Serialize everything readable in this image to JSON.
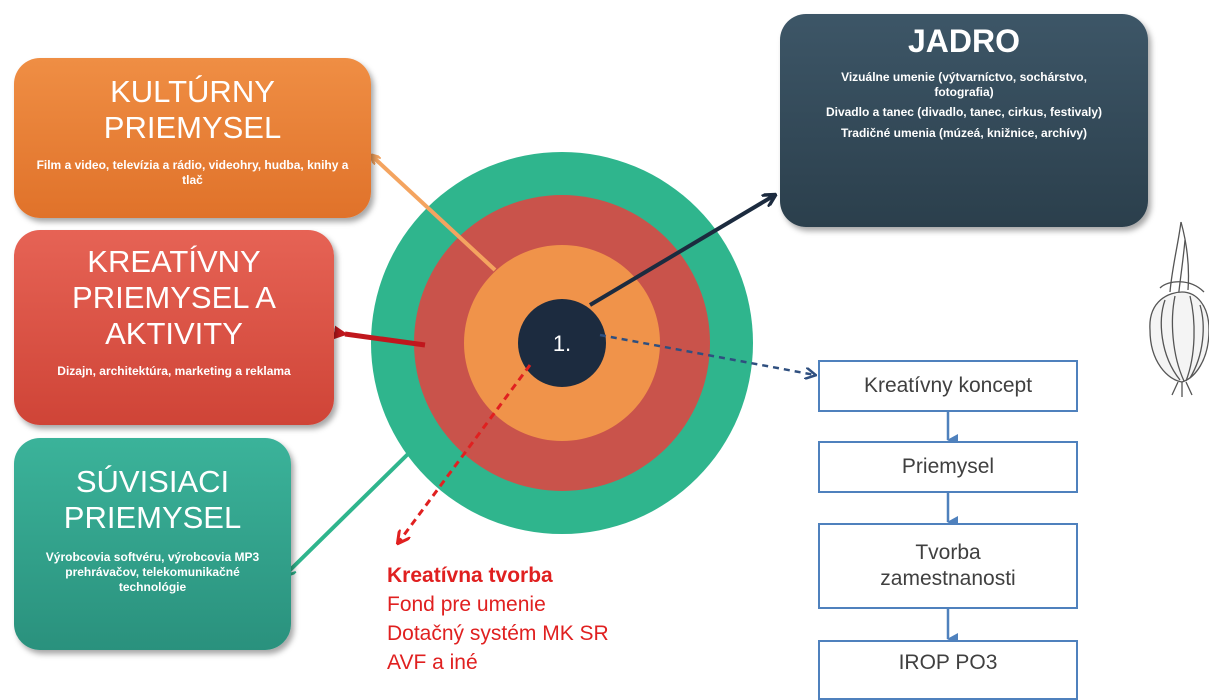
{
  "kulturny": {
    "title_1": "KULTÚRNY",
    "title_2": "PRIEMYSEL",
    "desc": "Film a video, televízia a rádio, videohry, hudba, knihy a tlač"
  },
  "kreativny": {
    "title_1": "KREATÍVNY",
    "title_2": "PRIEMYSEL A",
    "title_3": "AKTIVITY",
    "desc": "Dizajn, architektúra, marketing a reklama"
  },
  "suvisiaci": {
    "title_1": "SÚVISIACI",
    "title_2": "PRIEMYSEL",
    "desc": "Výrobcovia softvéru, výrobcovia MP3 prehrávačov, telekomunikačné technológie"
  },
  "jadro": {
    "title": "JADRO",
    "item_1": "Vizuálne umenie (výtvarníctvo, sochárstvo, fotografia)",
    "item_2": "Divadlo a tanec (divadlo, tanec, cirkus, festivaly)",
    "item_3": "Tradičné umenia (múzeá, knižnice, archívy)"
  },
  "center_label": "1.",
  "flow": [
    "Kreatívny koncept",
    "Priemysel",
    "Tvorba zamestnanosti",
    "IROP PO3"
  ],
  "red_list": {
    "heading": "Kreatívna tvorba",
    "items": [
      "Fond pre umenie",
      "Dotačný systém MK SR",
      "AVF a iné"
    ]
  },
  "colors": {
    "orange": "#e98036",
    "red": "#d9534f",
    "teal": "#2fb58d",
    "navy": "#1c2b3f",
    "flow_border": "#4f81bd",
    "red_text": "#e02020"
  }
}
